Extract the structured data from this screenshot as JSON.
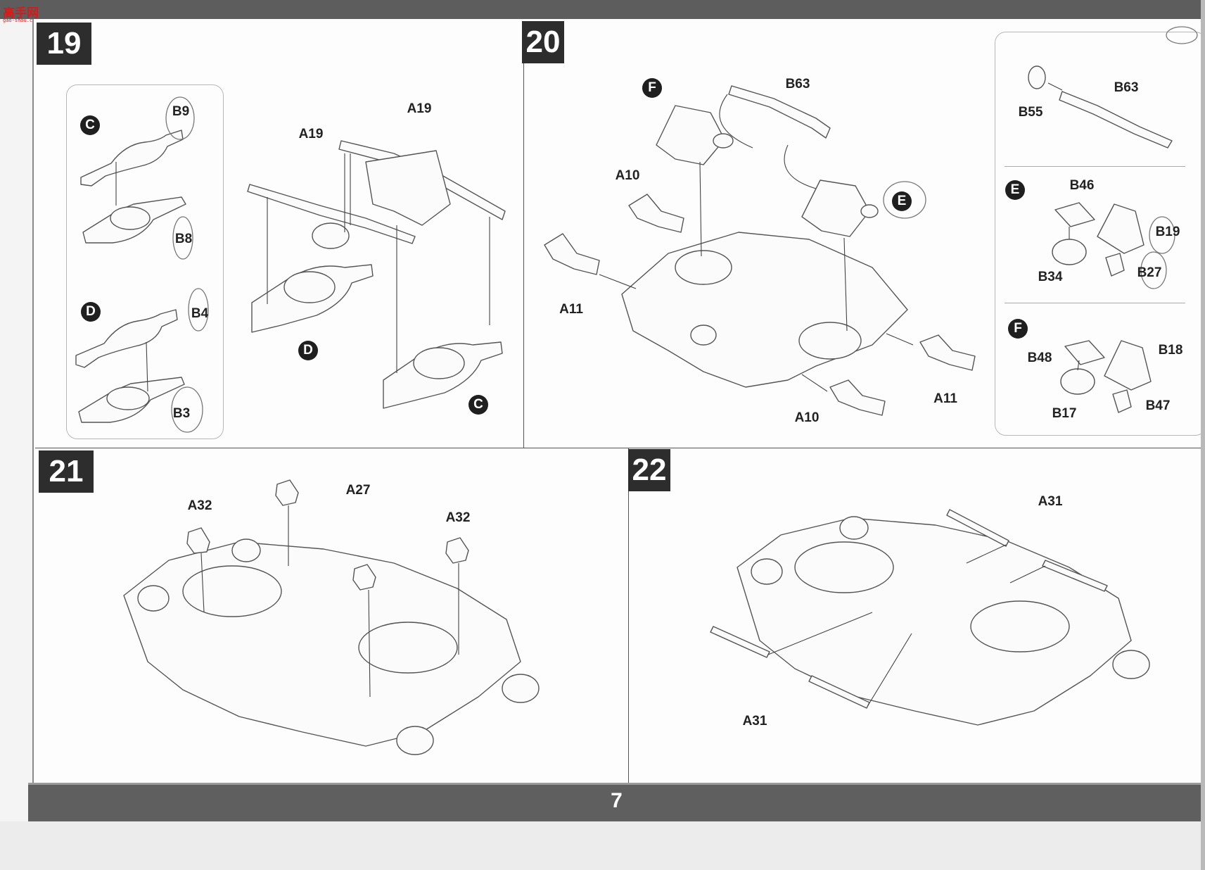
{
  "watermark": {
    "text": "高手网",
    "sub": "gao-shou.com"
  },
  "page_number": "7",
  "steps": [
    {
      "number": "19",
      "callouts": [
        "C",
        "D",
        "D",
        "C"
      ],
      "labels": [
        "B9",
        "B8",
        "B4",
        "B3",
        "A19",
        "A19"
      ]
    },
    {
      "number": "20",
      "callouts": [
        "F",
        "E",
        "E",
        "F"
      ],
      "labels": [
        "B63",
        "A10",
        "A11",
        "A11",
        "A10",
        "B55",
        "B63",
        "B46",
        "B19",
        "B34",
        "B27",
        "B48",
        "B18",
        "B17",
        "B47"
      ]
    },
    {
      "number": "21",
      "labels": [
        "A32",
        "A27",
        "A32"
      ]
    },
    {
      "number": "22",
      "labels": [
        "A31",
        "A31"
      ]
    }
  ]
}
